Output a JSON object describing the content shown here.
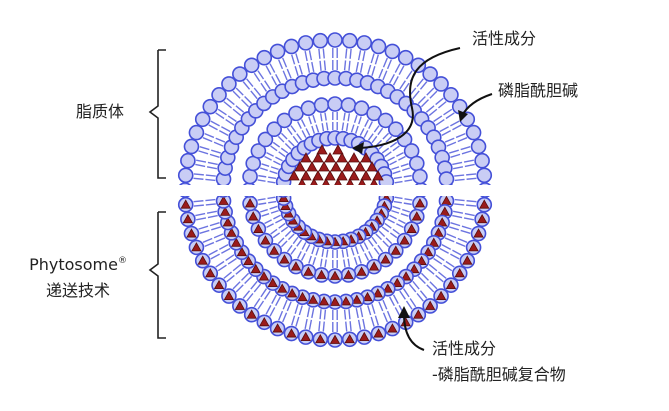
{
  "labels": {
    "liposome": "脂质体",
    "phytosome_name": "Phytosome",
    "phytosome_mark": "®",
    "phytosome_tech": "递送技术",
    "active_ingredient": "活性成分",
    "phosphatidylcholine": "磷脂酰胆碱",
    "complex_line1": "活性成分",
    "complex_line2": "-磷脂酰胆碱复合物"
  },
  "colors": {
    "head_fill": "#c9cdf5",
    "head_stroke": "#4450d8",
    "tail": "#6c74e0",
    "active_fill": "#9a1b1b",
    "active_stroke": "#5a0e0e",
    "bracket": "#222222",
    "arrow": "#111111"
  },
  "icons": {
    "lipid_head": "circle",
    "active_molecule": "triangle"
  }
}
